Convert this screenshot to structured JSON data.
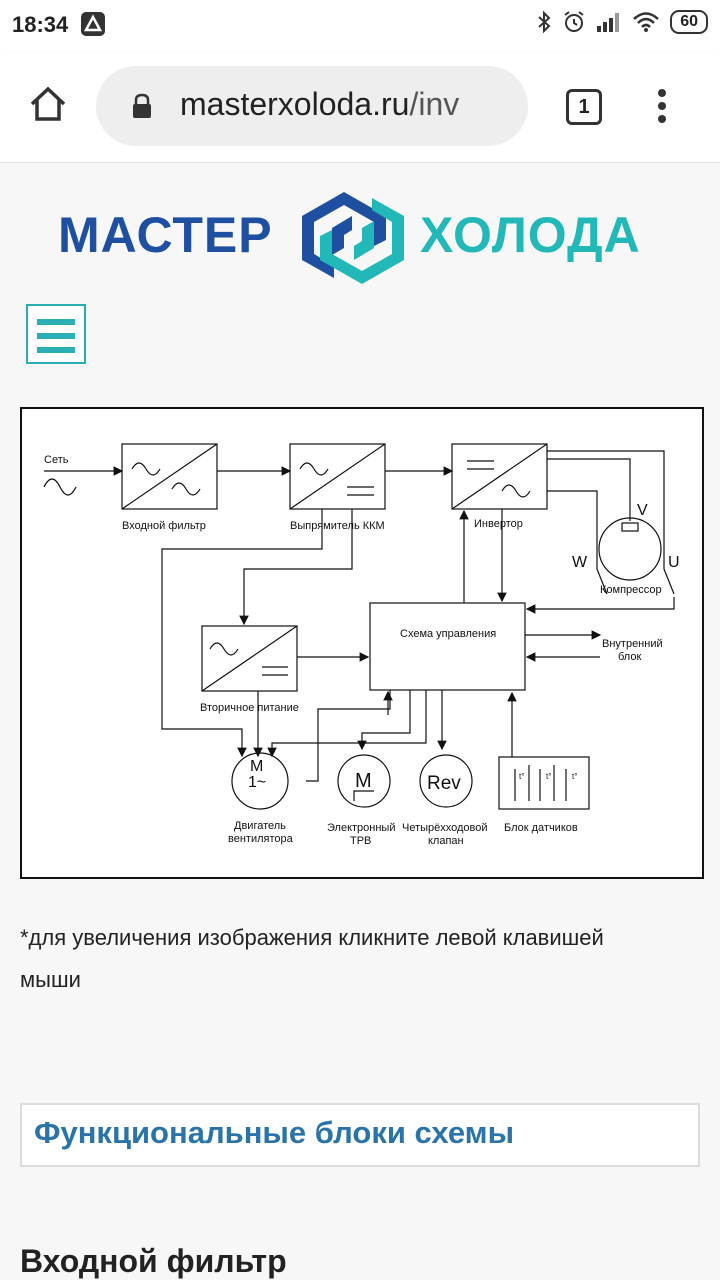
{
  "status_bar": {
    "time": "18:34",
    "battery": "60"
  },
  "browser": {
    "url_domain": "masterxoloda.ru",
    "url_path": "/inv",
    "tab_count": "1"
  },
  "logo": {
    "word1": "МАСТЕР",
    "word2": "ХОЛОДА"
  },
  "diagram": {
    "labels": {
      "network": "Сеть",
      "input_filter": "Входной фильтр",
      "rectifier": "Выпрямитель ККМ",
      "inverter": "Инвертор",
      "compressor": "Компрессор",
      "control": "Схема управления",
      "indoor_unit_l1": "Внутренний",
      "indoor_unit_l2": "блок",
      "secondary_power": "Вторичное питание",
      "fan_motor_l1": "Двигатель",
      "fan_motor_l2": "вентилятора",
      "etrv_l1": "Электронный",
      "etrv_l2": "ТРВ",
      "valve_l1": "Четырёхходовой",
      "valve_l2": "клапан",
      "sensors": "Блок датчиков",
      "phase_v": "V",
      "phase_w": "W",
      "phase_u": "U",
      "motor_m": "M",
      "motor_1": "1~",
      "etrv_m": "M",
      "rev": "Rev",
      "temp1": "t°",
      "temp2": "t°",
      "temp3": "t°"
    }
  },
  "hint": "*для увеличения изображения кликните левой клавишей мыши",
  "section_title": "Функциональные блоки схемы",
  "subheading": "Входной фильтр",
  "colors": {
    "brand_blue": "#1e4fa1",
    "brand_teal": "#22b8b8",
    "heading_blue": "#2a74aa"
  }
}
